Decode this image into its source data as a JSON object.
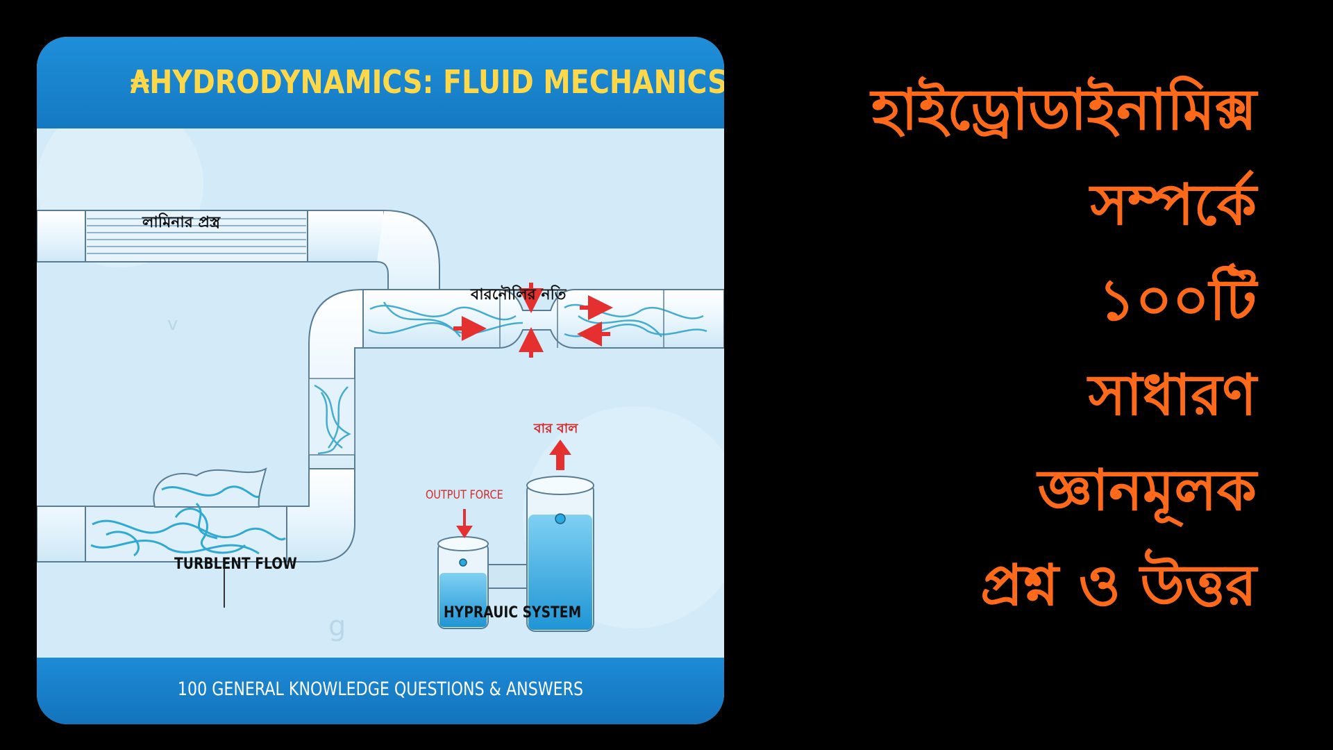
{
  "card": {
    "title": "₳HYDRODYNAMICS: FLUID MECHANICS",
    "footer": "100 GENERAL KNOWLEDGE QUESTIONS & ANSWERS"
  },
  "diagram": {
    "laminar_label": "লামিনার প্রস্ত্র",
    "venturi_label": "বারনৌলির নতি",
    "turbulent_label": "TURBLENT FLOW",
    "output_force_label": "OUTPUT FORCE",
    "lift_label": "বার বাল",
    "hydraulic_label": "HYPRAUIC SYSTEM"
  },
  "headline": {
    "lines": [
      "হাইড্রোডাইনামিক্স",
      "সম্পর্কে",
      "১০০টি",
      "সাধারণ",
      "জ্ঞানমূলক",
      "প্রশ্ন ও উত্তর"
    ]
  },
  "colors": {
    "background": "#000000",
    "headline": "#ff6a1a",
    "card_header": "#1f8fd9",
    "card_title": "#ffd84a",
    "label_red": "#d42a2a",
    "water": "#2aa8e0"
  }
}
